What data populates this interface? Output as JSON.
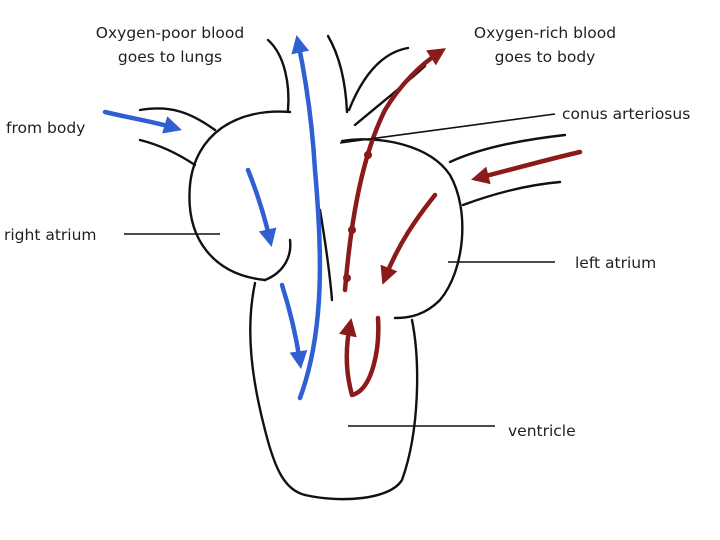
{
  "labels": {
    "oxygen_poor_line1": "Oxygen-poor blood",
    "oxygen_poor_line2": "goes to lungs",
    "oxygen_rich_line1": "Oxygen-rich blood",
    "oxygen_rich_line2": "goes to body",
    "from_body": "from body",
    "conus_arteriosus": "conus arteriosus",
    "right_atrium": "right atrium",
    "left_atrium": "left atrium",
    "ventricle": "ventricle"
  },
  "colors": {
    "oxygen_poor_blood": "#2f5fd0",
    "oxygen_rich_blood": "#8b1a1a",
    "outline": "#111111"
  }
}
